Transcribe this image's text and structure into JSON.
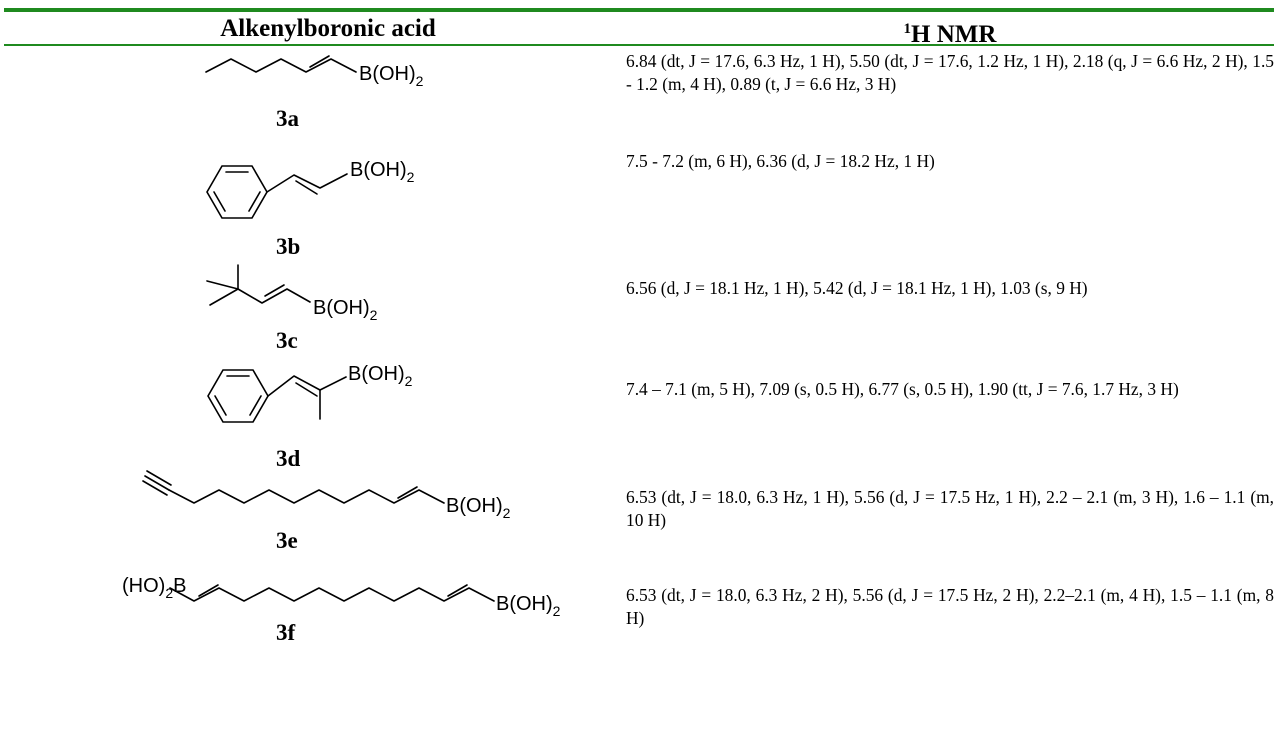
{
  "table": {
    "header": {
      "col1": "Alkenylboronic acid",
      "col2_sup": "1",
      "col2": "H NMR"
    },
    "rows": [
      {
        "label": "3a",
        "groups": [
          "B(OH)",
          "2"
        ],
        "nmr": "6.84 (dt, J = 17.6, 6.3 Hz, 1 H), 5.50 (dt, J = 17.6, 1.2 Hz, 1 H), 2.18 (q, J = 6.6 Hz, 2 H), 1.5 - 1.2 (m, 4 H), 0.89 (t, J = 6.6 Hz, 3 H)"
      },
      {
        "label": "3b",
        "groups": [
          "B(OH)",
          "2"
        ],
        "nmr": "7.5 - 7.2 (m, 6 H), 6.36 (d, J = 18.2 Hz, 1 H)"
      },
      {
        "label": "3c",
        "groups": [
          "B(OH)",
          "2"
        ],
        "nmr": "6.56 (d, J = 18.1 Hz, 1 H), 5.42 (d, J = 18.1 Hz, 1 H), 1.03 (s, 9 H)"
      },
      {
        "label": "3d",
        "groups": [
          "B(OH)",
          "2"
        ],
        "nmr": "7.4 – 7.1 (m, 5 H), 7.09 (s, 0.5 H), 6.77 (s, 0.5 H), 1.90 (tt, J = 7.6, 1.7 Hz, 3 H)"
      },
      {
        "label": "3e",
        "groups": [
          "B(OH)",
          "2"
        ],
        "nmr": "6.53 (dt, J = 18.0, 6.3 Hz, 1 H), 5.56 (d, J = 17.5 Hz, 1 H), 2.2 – 2.1 (m, 3 H), 1.6 – 1.1 (m, 10 H)"
      },
      {
        "label": "3f",
        "groups": [
          "(HO)",
          "2",
          "B",
          "B(OH)",
          "2"
        ],
        "nmr": "6.53 (dt, J = 18.0, 6.3 Hz, 2 H), 5.56 (d, J = 17.5 Hz, 2 H), 2.2–2.1 (m, 4 H), 1.5 – 1.1 (m, 8 H)"
      }
    ]
  }
}
